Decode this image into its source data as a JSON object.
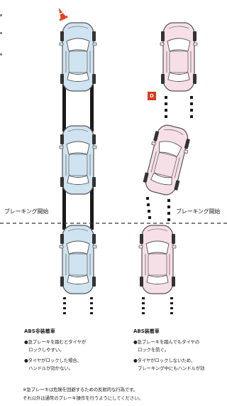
{
  "labels": {
    "braking_start_left": "ブレーキング開始",
    "braking_start_right": "ブレーキング開始",
    "badge": "D"
  },
  "left_panel": {
    "title": "ABS非装着車",
    "bullets": [
      "●急ブレーキを踏むとタイヤが",
      "ロックしやすい。",
      "●タイヤがロックした場合、",
      "ハンドルが効かない。"
    ]
  },
  "right_panel": {
    "title": "ABS装着車",
    "bullets": [
      "●急ブレーキを踏んでもタイヤの",
      "ロックを防ぐ。",
      "●タイヤがロックしないため、",
      "ブレーキング中にもハンドルが効"
    ]
  },
  "footnote": [
    "※急ブレーキは危険を回避するための反射的な行為です。",
    "それ以外は通常のブレーキ操作を行うようにしてください。"
  ],
  "colors": {
    "car_blue": "#cfe3f0",
    "car_pink": "#f7dfe8",
    "tire_mark": "#1a1a1a",
    "cone": "#e8401c",
    "badge": "#d93a1e"
  }
}
